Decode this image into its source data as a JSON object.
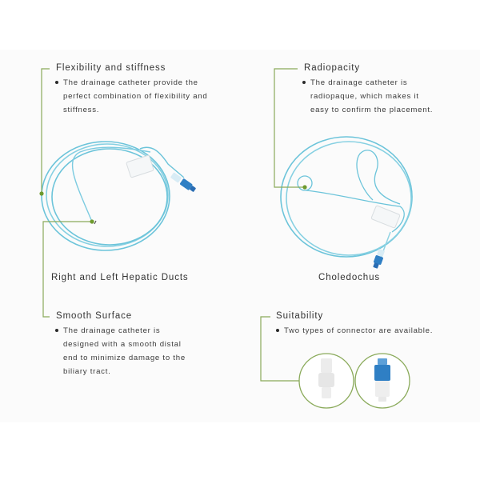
{
  "colors": {
    "accent_green": "#8aaa5a",
    "dot_green": "#6e9a2e",
    "catheter_blue": "#6cc4da",
    "connector_blue": "#2f7fc4",
    "text": "#333333"
  },
  "sections": {
    "flexibility": {
      "title": "Flexibility and stiffness",
      "bullet_lines": [
        "The drainage catheter provide the",
        "perfect combination of flexibility and",
        "stiffness."
      ]
    },
    "radiopacity": {
      "title": "Radiopacity",
      "bullet_lines": [
        "The drainage catheter is",
        "radiopaque, which makes it",
        "easy to confirm the placement."
      ]
    },
    "smooth_surface": {
      "title": "Smooth Surface",
      "bullet_lines": [
        "The drainage catheter is",
        "designed with a smooth distal",
        "end to minimize damage to the",
        "biliary tract."
      ]
    },
    "suitability": {
      "title": "Suitability",
      "bullet_lines": [
        "Two types of connector are available."
      ]
    }
  },
  "images": {
    "left": {
      "icon": "catheter-hepatic-icon",
      "caption": "Right and Left Hepatic Ducts"
    },
    "right": {
      "icon": "catheter-choledochus-icon",
      "caption": "Choledochus"
    },
    "connectors": [
      {
        "icon": "white-connector-icon"
      },
      {
        "icon": "blue-connector-icon"
      }
    ]
  }
}
